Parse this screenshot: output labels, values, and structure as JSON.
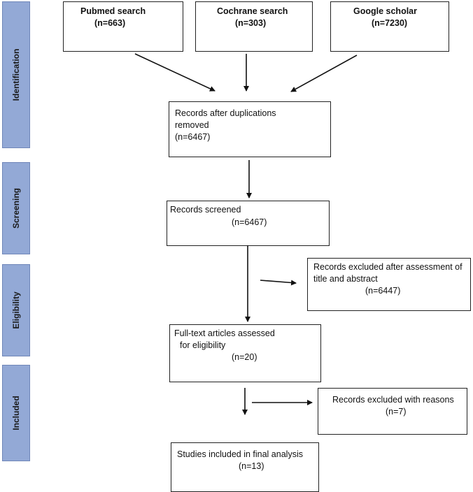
{
  "phases": {
    "identification": "Identification",
    "screening": "Screening",
    "eligibility": "Eligibility",
    "included": "Included"
  },
  "sources": {
    "pubmed": {
      "title": "Pubmed search",
      "count": "(n=663)"
    },
    "cochrane": {
      "title": "Cochrane search",
      "count": "(n=303)"
    },
    "google": {
      "title": "Google scholar",
      "count": "(n=7230)"
    }
  },
  "dedup": {
    "line1": "Records after duplications",
    "line2": "removed",
    "count": "(n=6467)"
  },
  "screened": {
    "title": "Records screened",
    "count": "(n=6467)"
  },
  "excluded_title": {
    "line1": "Records excluded after assessment of",
    "line2": "title and abstract",
    "count": "(n=6447)"
  },
  "fulltext": {
    "line1": "Full-text articles assessed",
    "line2": "for eligibility",
    "count": "(n=20)"
  },
  "excluded_reasons": {
    "title": "Records excluded with reasons",
    "count": "(n=7)"
  },
  "included": {
    "title": "Studies included in final analysis",
    "count": "(n=13)"
  }
}
